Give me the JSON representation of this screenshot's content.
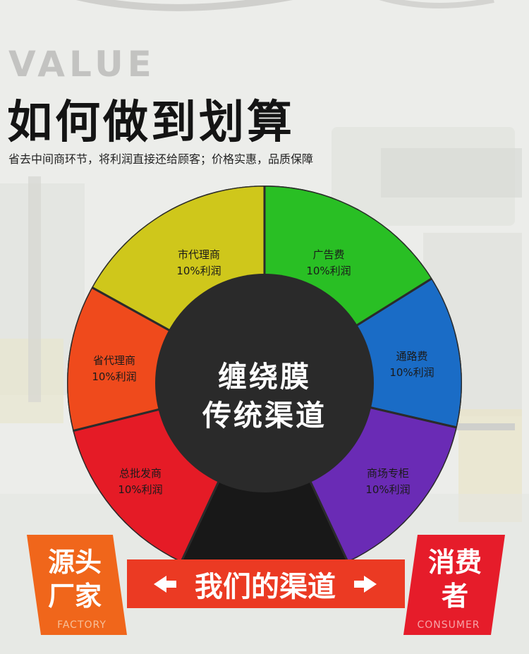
{
  "header": {
    "overline": "VALUE",
    "title": "如何做到划算",
    "subtitle": "省去中间商环节，将利润直接还给顾客；价格实惠，品质保障"
  },
  "wheel": {
    "center_line1": "缠绕膜",
    "center_line2": "传统渠道",
    "segments": [
      {
        "name": "市代理商",
        "profit": "10%利润",
        "color": "#cfc71b"
      },
      {
        "name": "广告费",
        "profit": "10%利润",
        "color": "#29bf24"
      },
      {
        "name": "通路费",
        "profit": "10%利润",
        "color": "#1a6cc6"
      },
      {
        "name": "商场专柜",
        "profit": "10%利润",
        "color": "#6a2bb5"
      },
      {
        "name": "总批发商",
        "profit": "10%利润",
        "color": "#e51b26"
      },
      {
        "name": "省代理商",
        "profit": "10%利润",
        "color": "#ef4a1c"
      }
    ],
    "bottom_color": "#181818",
    "ring_color": "#2b2b2b"
  },
  "channel": {
    "factory_line1": "源头",
    "factory_line2": "厂家",
    "factory_en": "FACTORY",
    "consumer_line1": "消费",
    "consumer_line2": "者",
    "consumer_en": "CONSUMER",
    "ribbon_label": "我们的渠道",
    "factory_color": "#f0661b",
    "consumer_color": "#e61c2a",
    "ribbon_color": "#eb3a23"
  }
}
